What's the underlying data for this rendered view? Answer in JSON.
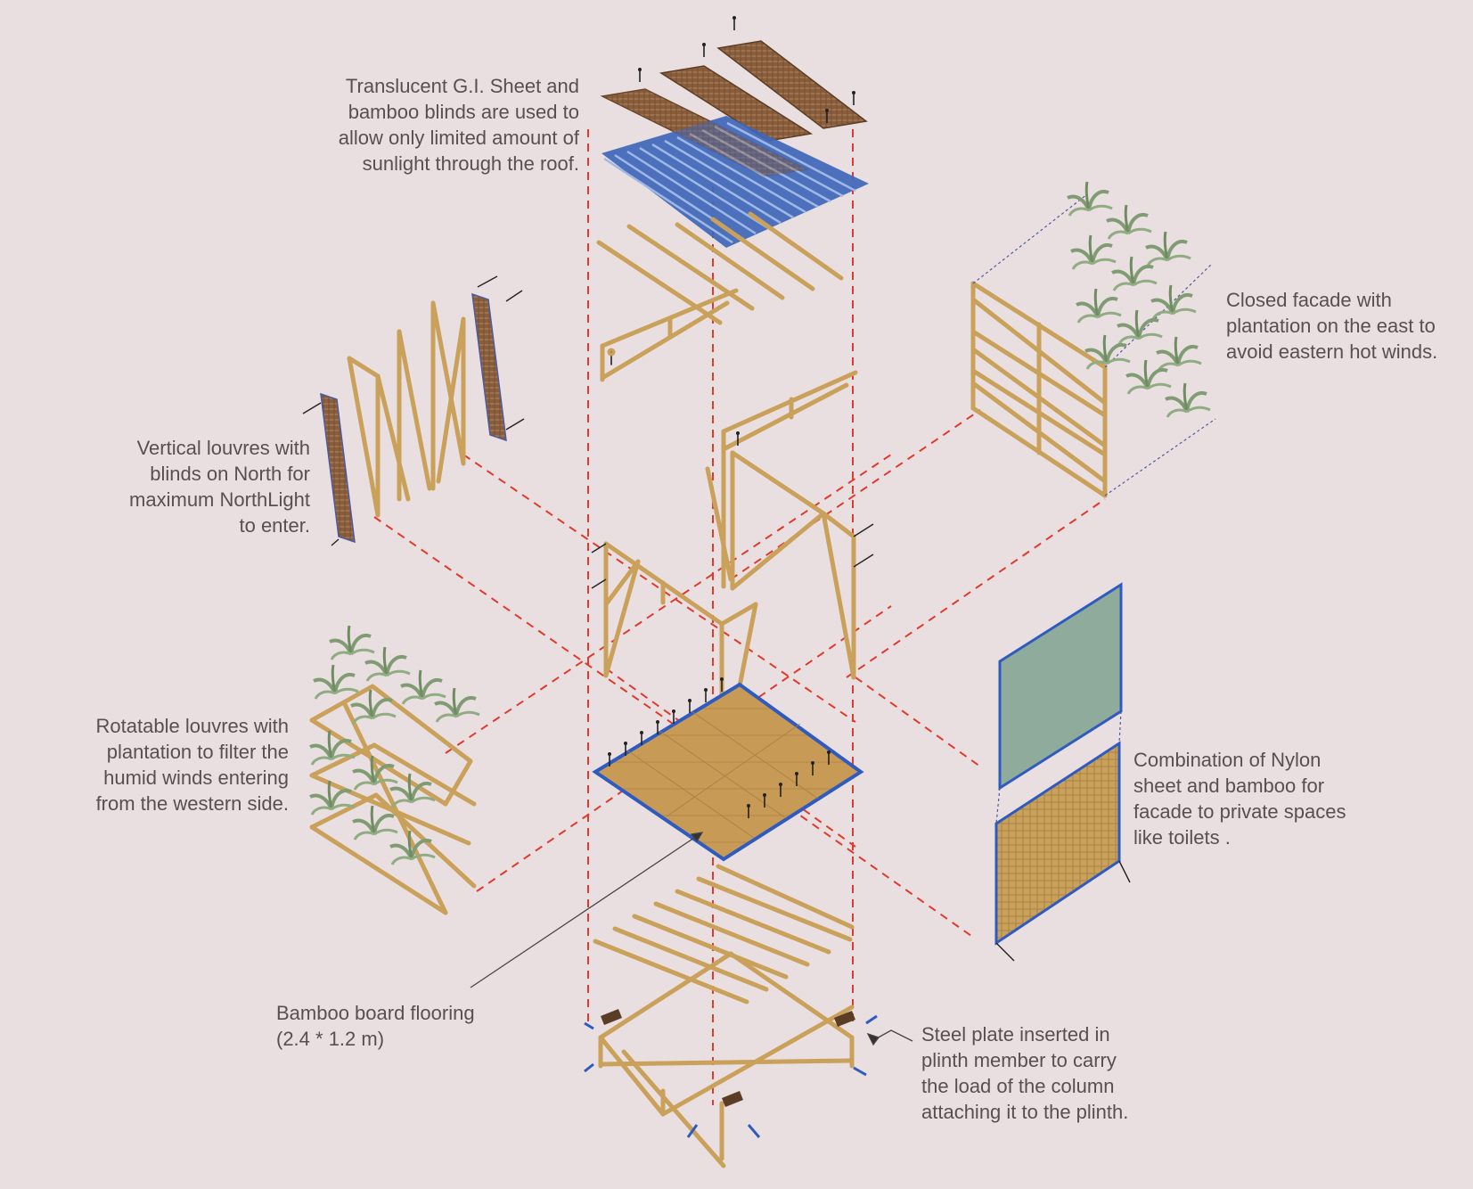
{
  "annotations": {
    "roof": [
      "Translucent G.I. Sheet and",
      "bamboo blinds are used to",
      "allow only limited amount of",
      "sunlight through the roof."
    ],
    "east": [
      "Closed facade with",
      "plantation on the east to",
      "avoid eastern hot winds."
    ],
    "north": [
      "Vertical louvres with",
      "blinds on North for",
      "maximum NorthLight",
      "to enter."
    ],
    "west": [
      "Rotatable louvres with",
      "plantation to filter the",
      "humid winds entering",
      "from the western side."
    ],
    "private": [
      "Combination of Nylon",
      "sheet and bamboo for",
      "facade to private spaces",
      "like toilets ."
    ],
    "flooring": [
      "Bamboo board flooring",
      "(2.4 * 1.2 m)"
    ],
    "plinth": [
      "Steel plate inserted in",
      "plinth member to carry",
      "the load of the column",
      "attaching it to the plinth."
    ]
  },
  "colors": {
    "background": "#eadfe0",
    "bamboo": "#c9a15a",
    "guide": "#e03a2e",
    "roof_sheet": "#3f66b8",
    "blind": "#8a5e3c",
    "nylon": "#8fab9c",
    "plant": "#7f9c72",
    "text": "#5a4f50"
  },
  "icons": [
    "bamboo-frame",
    "plant-icon",
    "blind-panel",
    "corrugated-sheet-icon",
    "nylon-sheet-icon",
    "floor-board-icon",
    "steel-plate-icon"
  ]
}
